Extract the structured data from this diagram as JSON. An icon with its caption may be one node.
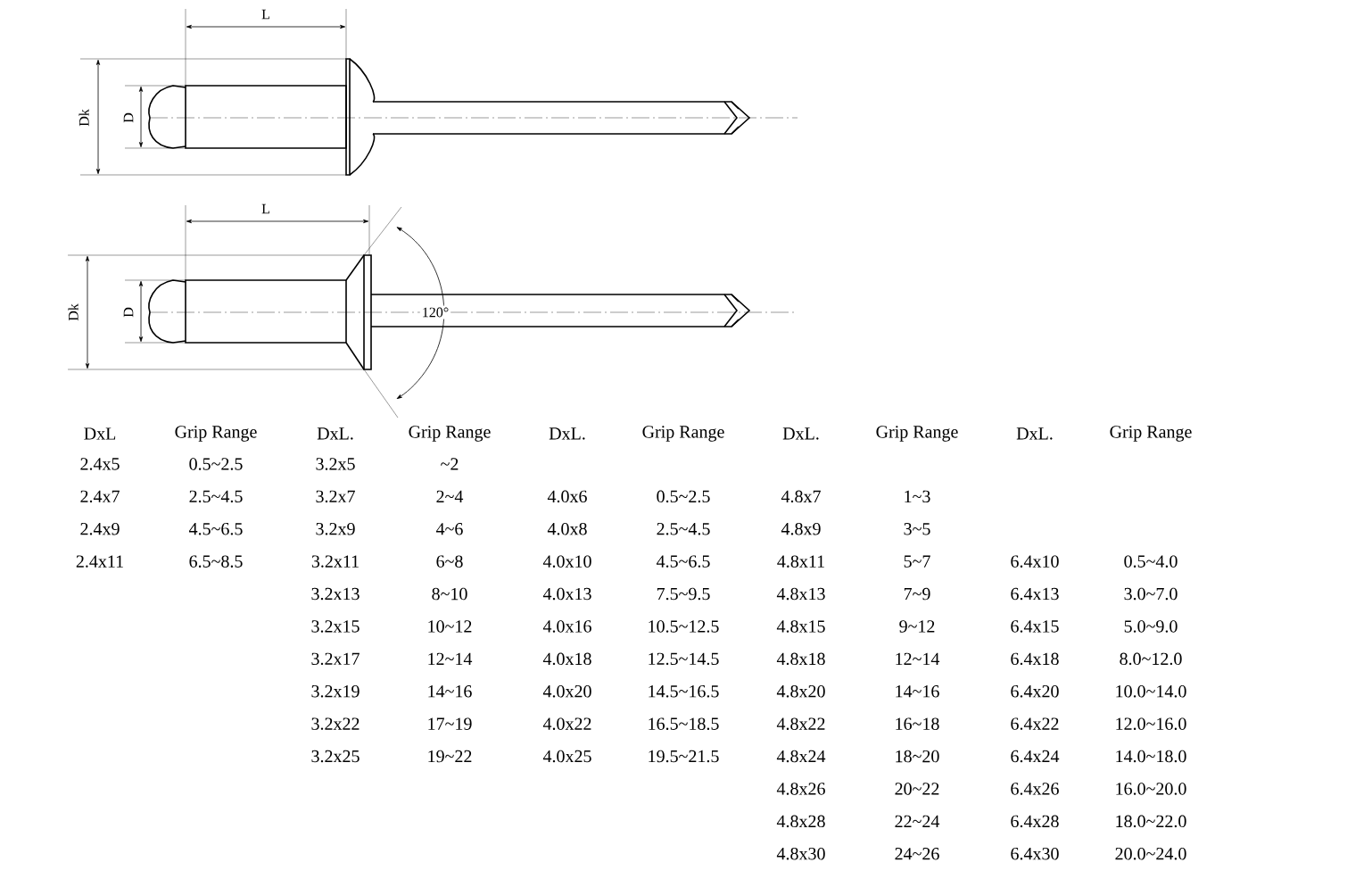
{
  "diagram": {
    "labels": [
      "L",
      "Dk",
      "D",
      "L",
      "Dk",
      "D",
      "120°",
      "DxL",
      "Grip Range",
      "DxL.",
      "Grip Range",
      "DxL.",
      "Grip Range",
      "DxL.",
      "Grip Range",
      "DxL.",
      "Grip Range",
      "2.4x5",
      "0.5~2.5",
      "3.2x5",
      "~2",
      "2.4x7",
      "2.5~4.5",
      "3.2x7",
      "2~4",
      "4.0x6",
      "0.5~2.5",
      "4.8x7",
      "1~3",
      "2.4x9",
      "4.5~6.5",
      "3.2x9",
      "4~6",
      "4.0x8",
      "2.5~4.5",
      "4.8x9",
      "3~5",
      "2.4x11",
      "6.5~8.5",
      "3.2x11",
      "6~8",
      "4.0x10",
      "4.5~6.5",
      "4.8x11",
      "5~7",
      "6.4x10",
      "0.5~4.0",
      "3.2x13",
      "8~10",
      "4.0x13",
      "7.5~9.5",
      "4.8x13",
      "7~9",
      "6.4x13",
      "3.0~7.0",
      "3.2x15",
      "10~12",
      "4.0x16",
      "10.5~12.5",
      "4.8x15",
      "9~12",
      "6.4x15",
      "5.0~9.0",
      "3.2x17",
      "12~14",
      "4.0x18",
      "12.5~14.5",
      "4.8x18",
      "12~14",
      "6.4x18",
      "8.0~12.0",
      "3.2x19",
      "14~16",
      "4.0x20",
      "14.5~16.5",
      "4.8x20",
      "14~16",
      "6.4x20",
      "10.0~14.0",
      "3.2x22",
      "17~19",
      "4.0x22",
      "16.5~18.5",
      "4.8x22",
      "16~18",
      "6.4x22",
      "12.0~16.0",
      "3.2x25",
      "19~22",
      "4.0x25",
      "19.5~21.5",
      "4.8x24",
      "18~20",
      "6.4x24",
      "14.0~18.0",
      "4.8x26",
      "20~22",
      "6.4x26",
      "16.0~20.0",
      "4.8x28",
      "22~24",
      "6.4x28",
      "18.0~22.0",
      "4.8x30",
      "24~26",
      "6.4x30",
      "20.0~24.0"
    ]
  }
}
